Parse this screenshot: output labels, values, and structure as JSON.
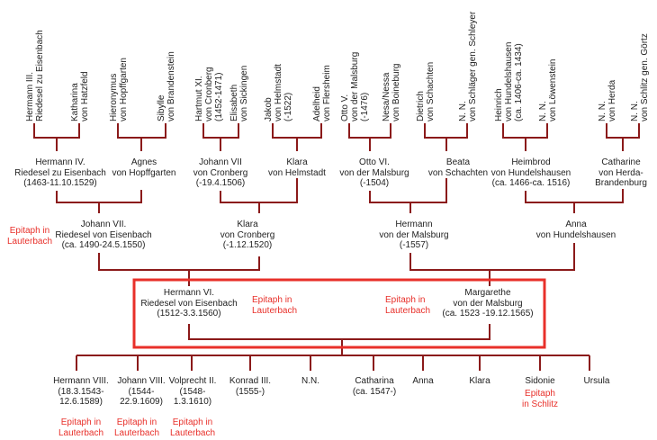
{
  "colors": {
    "line": "#8b1a1a",
    "box": "#e8302a",
    "text": "#222222",
    "epitaph": "#e8302a"
  },
  "epitaph_lauterbach": "Epitaph in\nLauterbach",
  "epitaph_schlitz": "Epitaph\nin Schlitz",
  "great_grandparents": [
    "Hermann III.\nRiedesel zu Eisenbach",
    "Katharina\nvon Hatzfeld",
    "Hieronymus\nvon Hopffgarten",
    "Sibylle\nvon Brandenstein",
    "Hartmut XI.\nvon Cronberg\n(1452-1471)",
    "Elisabeth\nvon Sickingen",
    "Jakob\nvon Helmstadt\n(-1522)",
    "Adelheid\nvon Flersheim",
    "Otto V.\nvon der Malsburg\n(-1476)",
    "Nesa/Nessa\nvon Boineburg",
    "Dietrich\nvon Schachten",
    "N. N.\nvon Schläger gen. Schleyer",
    "Heinrich\nvon Hundelshausen\n(ca. 1406-ca. 1434)",
    "N. N.\nvon Löwenstein",
    "N. N.\nvon Herda",
    "N. N.\nvon Schlitz gen. Görtz"
  ],
  "grandparents": [
    "Hermann IV.\nRiedesel zu Eisenbach\n(1463-11.10.1529)",
    "Agnes\nvon Hopffgarten",
    "Johann VII\nvon Cronberg\n(-19.4.1506)",
    "Klara\nvon Helmstadt",
    "Otto VI.\nvon der Malsburg\n(-1504)",
    "Beata\nvon Schachten",
    "Heimbrod\nvon Hundelshausen\n(ca. 1466-ca. 1516)",
    "Catharine\nvon Herda-\nBrandenburg"
  ],
  "parents": [
    "Johann VII.\nRiedesel von Eisenbach\n(ca. 1490-24.5.1550)",
    "Klara\nvon Cronberg\n(-1.12.1520)",
    "Hermann\nvon der Malsburg\n(-1557)",
    "Anna\nvon Hundelshausen"
  ],
  "couple": {
    "husband": "Hermann VI.\nRiedesel von Eisenbach\n(1512-3.3.1560)",
    "wife": "Margarethe\nvon der Malsburg\n(ca. 1523 -19.12.1565)"
  },
  "children": [
    "Hermann VIII.\n(18.3.1543-\n12.6.1589)",
    "Johann VIII.\n(1544-\n22.9.1609)",
    "Volprecht II.\n(1548-\n1.3.1610)",
    "Konrad III.\n(1555-)",
    "N.N.",
    "Catharina\n(ca. 1547-)",
    "Anna",
    "Klara",
    "Sidonie",
    "Ursula"
  ]
}
